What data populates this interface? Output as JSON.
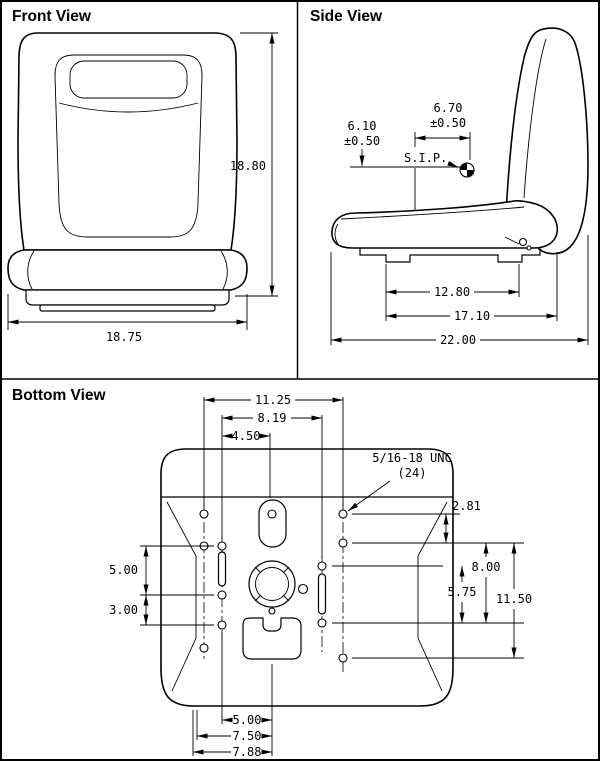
{
  "colors": {
    "ink": "#000000",
    "background": "#ffffff"
  },
  "front_view": {
    "title": "Front View",
    "dimensions": {
      "height": "18.80",
      "width": "18.75"
    }
  },
  "side_view": {
    "title": "Side View",
    "dimensions": {
      "sip_setback": "6.70",
      "sip_setback_tol": "±0.50",
      "sip_height": "6.10",
      "sip_height_tol": "±0.50",
      "sip_label": "S.I.P.",
      "mount_length": "12.80",
      "base_length": "17.10",
      "overall_length": "22.00"
    }
  },
  "bottom_view": {
    "title": "Bottom View",
    "dimensions": {
      "bolt_span_wide": "11.25",
      "bolt_span_mid": "8.19",
      "bolt_span_narrow": "4.50",
      "thread_spec": "5/16-18 UNC",
      "thread_qty": "(24)",
      "right_top": "2.81",
      "right_mid": "8.00",
      "right_inner": "5.75",
      "right_overall": "11.50",
      "left_upper": "5.00",
      "left_lower": "3.00",
      "bottom_narrow": "5.00",
      "bottom_mid": "7.50",
      "bottom_wide": "7.88"
    }
  }
}
